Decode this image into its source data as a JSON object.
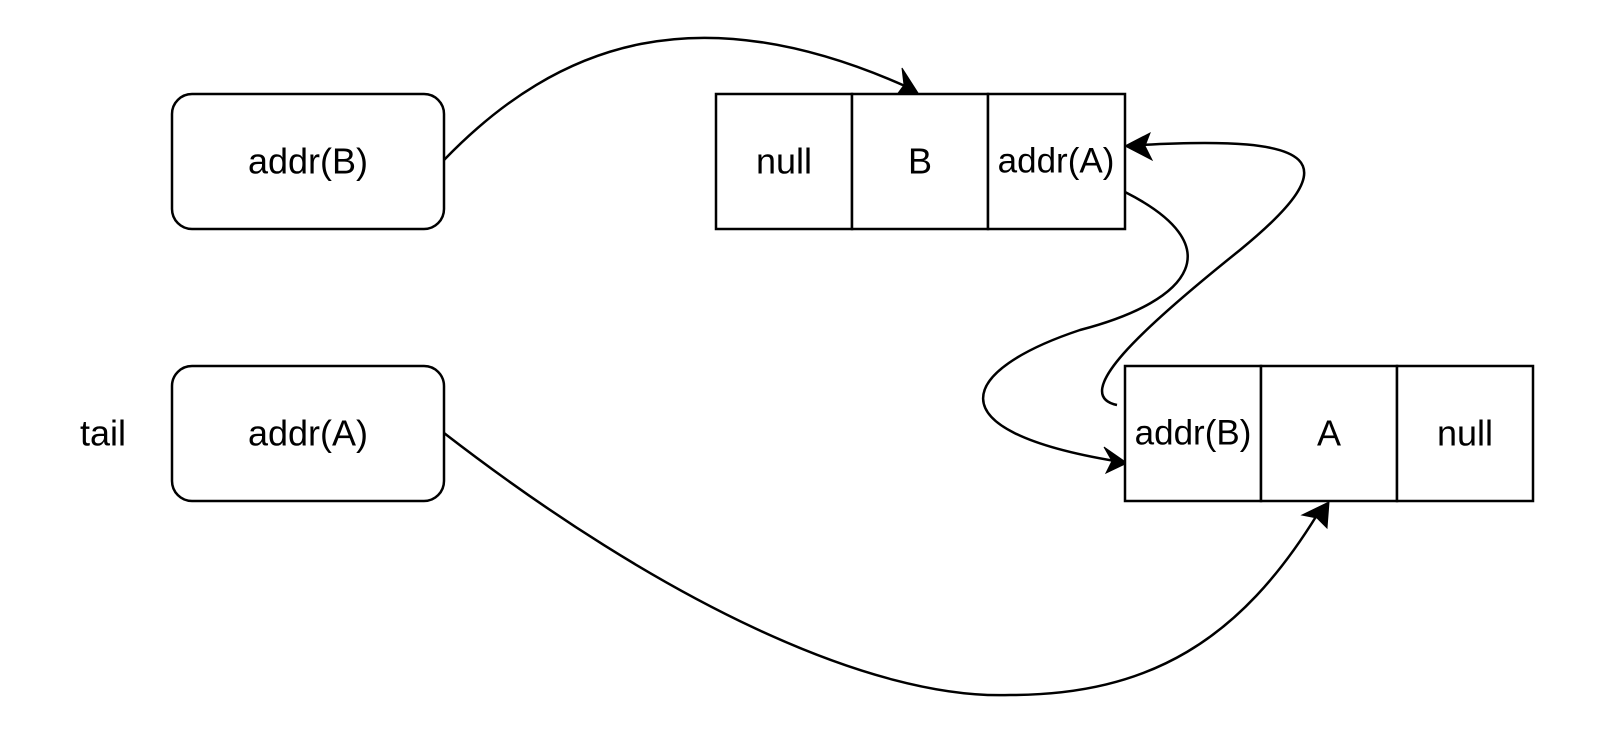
{
  "pointers": {
    "head_value": "addr(B)",
    "tail_label": "tail",
    "tail_value": "addr(A)"
  },
  "node_b": {
    "prev": "null",
    "value": "B",
    "next": "addr(A)"
  },
  "node_a": {
    "prev": "addr(B)",
    "value": "A",
    "next": "null"
  },
  "colors": {
    "stroke": "#000000",
    "background": "#ffffff"
  }
}
